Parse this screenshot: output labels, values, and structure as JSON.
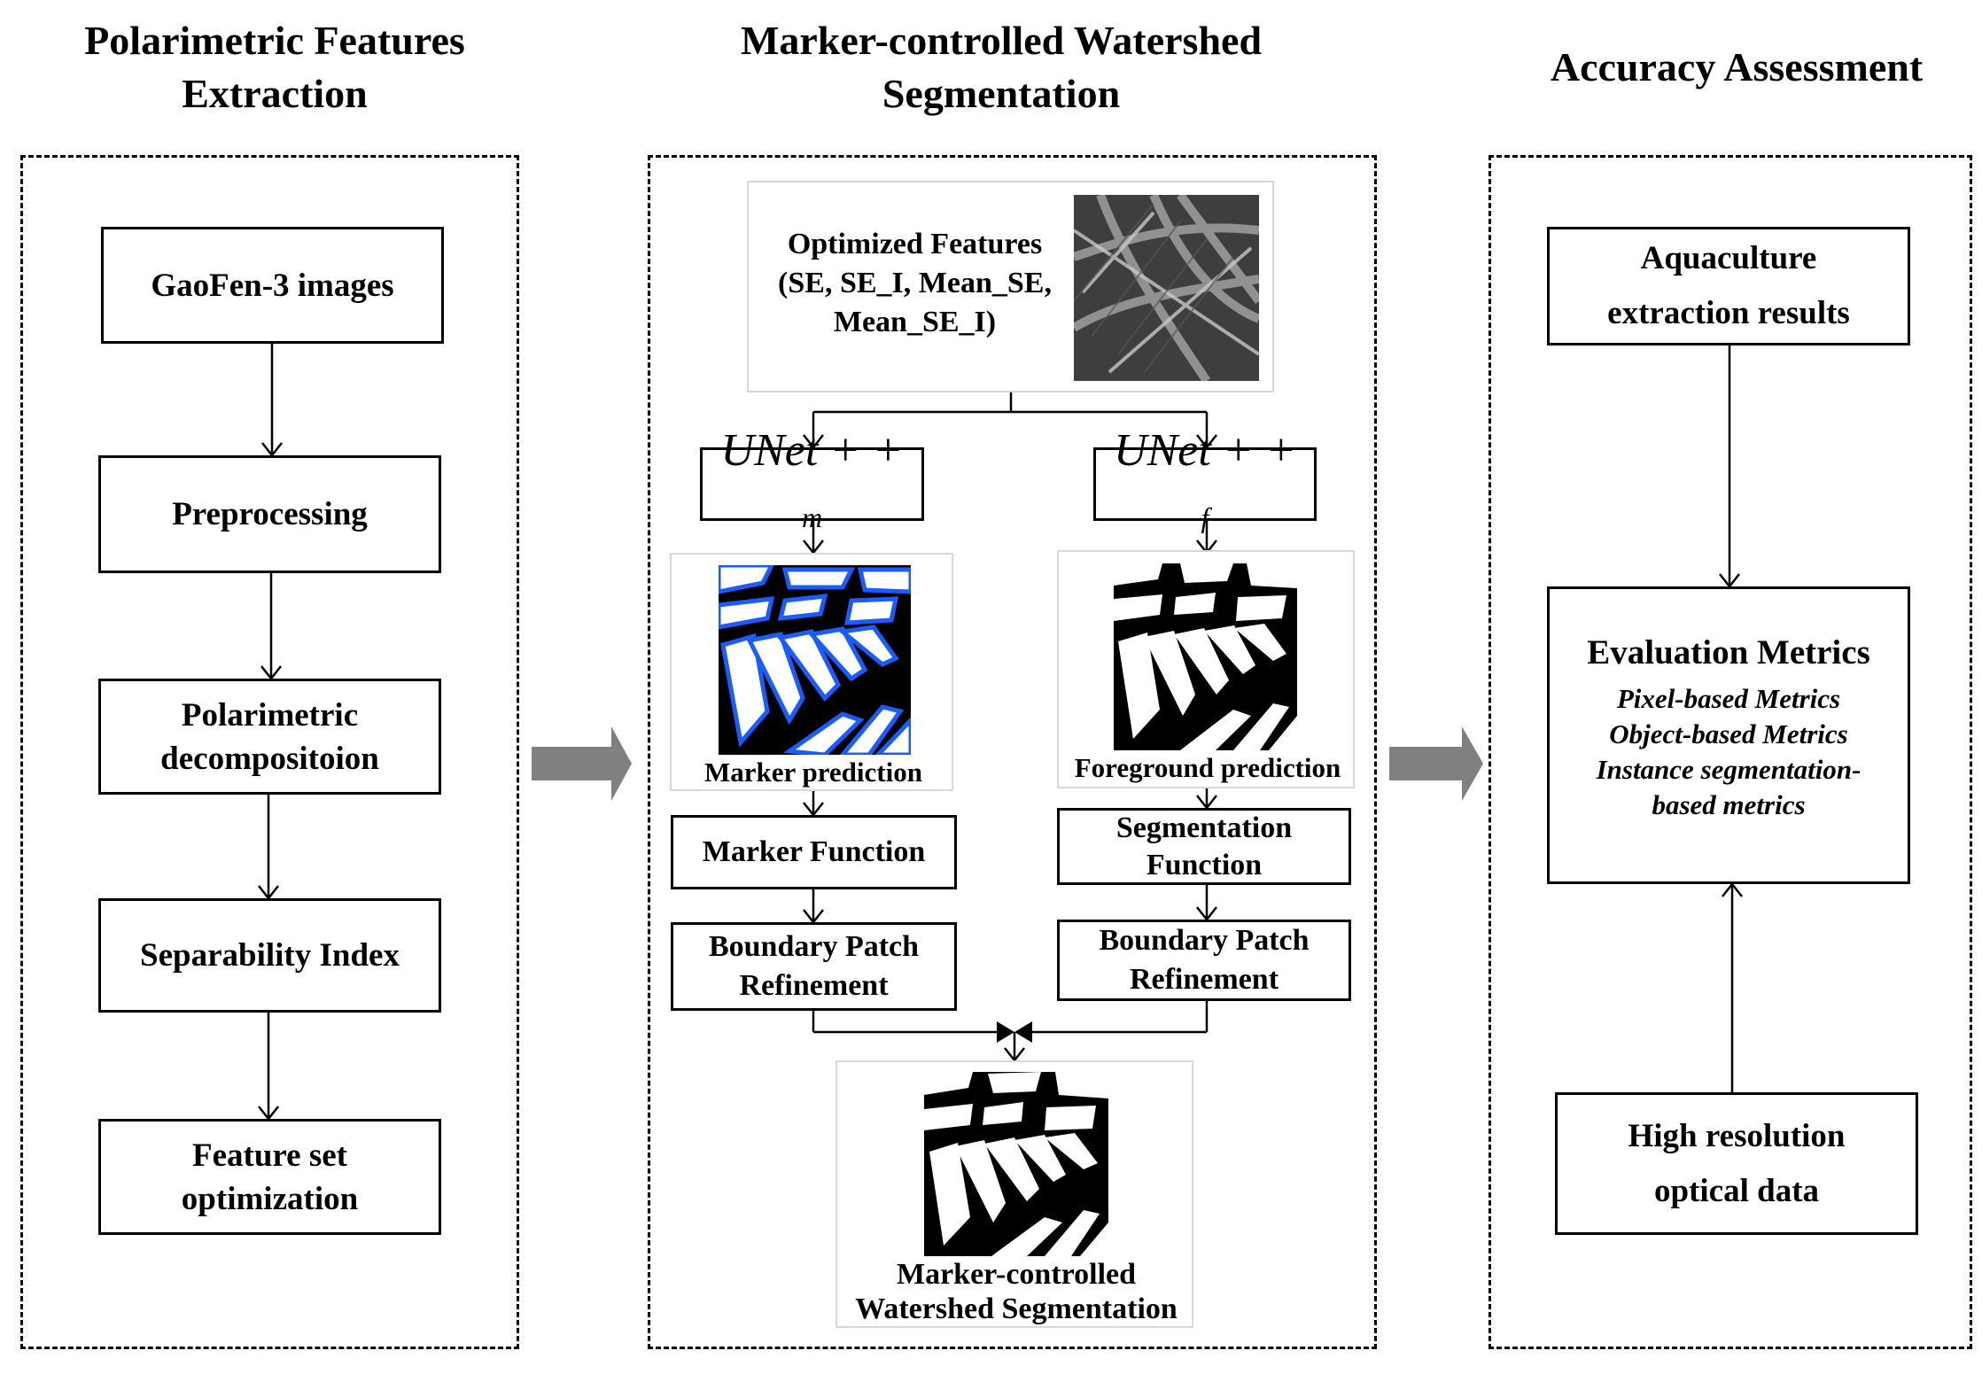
{
  "columns": {
    "left": {
      "title_line1": "Polarimetric Features",
      "title_line2": "Extraction"
    },
    "middle": {
      "title_line1": "Marker-controlled Watershed",
      "title_line2": "Segmentation"
    },
    "right": {
      "title_line1": "Accuracy Assessment"
    }
  },
  "left_boxes": {
    "gaofen": {
      "line1": "GaoFen-3 images"
    },
    "preprocessing": {
      "line1": "Preprocessing"
    },
    "decomposition": {
      "line1": "Polarimetric",
      "line2": "decompositoion"
    },
    "separability": {
      "line1": "Separability Index"
    },
    "optimization": {
      "line1": "Feature set",
      "line2": "optimization"
    }
  },
  "middle": {
    "optimized": {
      "line1": "Optimized Features",
      "line2": "(SE, SE_I, Mean_SE,",
      "line3": "Mean_SE_I)"
    },
    "unet_m": {
      "base": "UNet + +",
      "sub": "m"
    },
    "unet_f": {
      "base": "UNet + +",
      "sub": "f"
    },
    "marker_prediction": "Marker prediction",
    "foreground_prediction": "Foreground prediction",
    "marker_function": {
      "line1": "Marker Function"
    },
    "segmentation_function": {
      "line1": "Segmentation",
      "line2": "Function"
    },
    "boundary_left": {
      "line1": "Boundary Patch",
      "line2": "Refinement"
    },
    "boundary_right": {
      "line1": "Boundary Patch",
      "line2": "Refinement"
    },
    "result": {
      "line1": "Marker-controlled",
      "line2": "Watershed Segmentation"
    }
  },
  "right_boxes": {
    "aquaculture": {
      "line1": "Aquaculture",
      "line2": "extraction results"
    },
    "evaluation": {
      "title": "Evaluation Metrics",
      "m1": "Pixel-based Metrics",
      "m2": "Object-based Metrics",
      "m3": "Instance segmentation-",
      "m4": "based metrics"
    },
    "optical": {
      "line1": "High resolution",
      "line2": "optical data"
    }
  },
  "colors": {
    "marker_blue": "#1a5cff",
    "big_arrow": "#808080"
  }
}
